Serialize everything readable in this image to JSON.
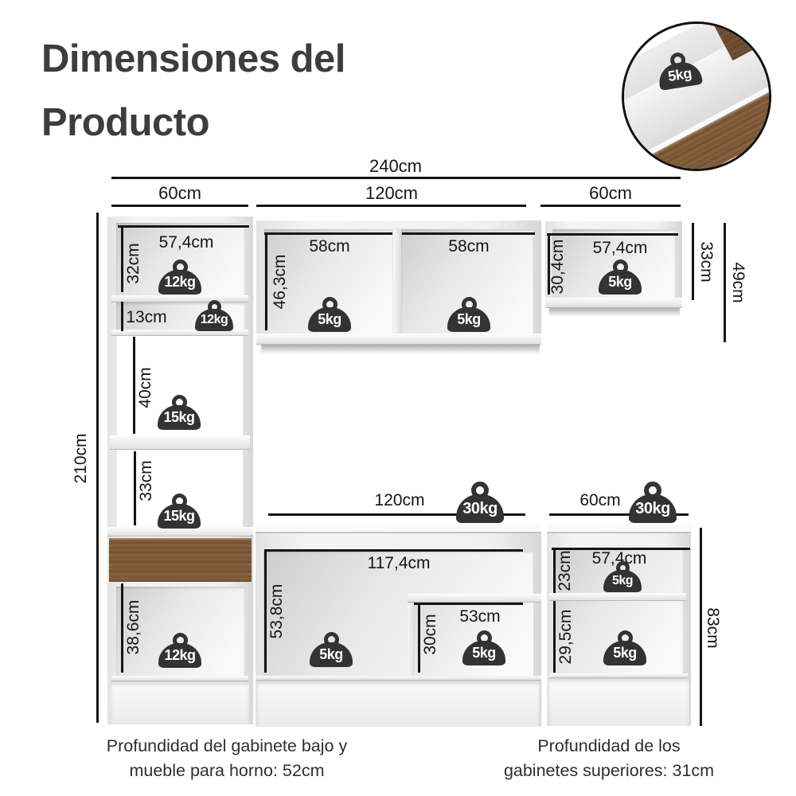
{
  "title": {
    "line1": "Dimensiones del",
    "line2": "Producto"
  },
  "inset": {
    "weight_label": "5kg"
  },
  "top_dims": {
    "total": "240cm",
    "left": "60cm",
    "middle": "120cm",
    "right": "60cm"
  },
  "tower": {
    "height_total": "210cm",
    "top_width": "57,4cm",
    "top_height": "32cm",
    "top_weight": "12kg",
    "shelf_height": "13cm",
    "shelf_weight": "12kg",
    "mid_height": "40cm",
    "mid_weight": "15kg",
    "lower_height": "33cm",
    "lower_weight": "15kg",
    "bottom_height": "38,6cm",
    "bottom_weight": "12kg"
  },
  "upper_mid": {
    "left_width": "58cm",
    "right_width": "58cm",
    "height": "46,3cm",
    "left_weight": "5kg",
    "right_weight": "5kg"
  },
  "upper_right": {
    "width": "57,4cm",
    "height": "30,4cm",
    "weight": "5kg",
    "inner_height": "33cm",
    "outer_height": "49cm"
  },
  "counter": {
    "mid_width": "120cm",
    "mid_weight": "30kg",
    "right_width": "60cm",
    "right_weight": "30kg"
  },
  "base_mid": {
    "width": "117,4cm",
    "height": "53,8cm",
    "weight": "5kg",
    "inner_width": "53cm",
    "inner_height": "30cm",
    "inner_weight": "5kg"
  },
  "base_right": {
    "width": "57,4cm",
    "top_height": "23cm",
    "top_weight": "5kg",
    "bottom_height": "29,5cm",
    "bottom_weight": "5kg",
    "height_total": "83cm"
  },
  "captions": {
    "left_line1": "Profundidad del gabinete bajo y",
    "left_line2": "mueble para horno: 52cm",
    "right_line1": "Profundidad de los",
    "right_line2": "gabinetes superiores: 31cm"
  },
  "colors": {
    "title_text": "#3d3d3d",
    "line": "#151515",
    "weight_fill": "#333333",
    "wood": "#7a5534"
  }
}
